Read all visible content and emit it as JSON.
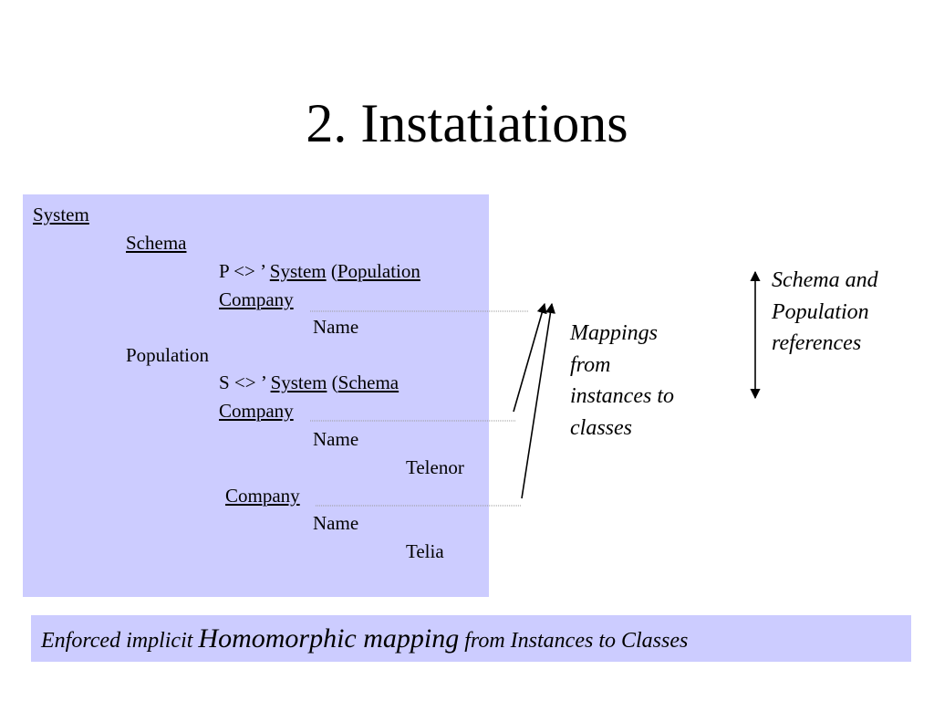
{
  "slide": {
    "title": "2. Instatiations"
  },
  "tree": {
    "system": "System",
    "schema": "Schema",
    "p_prefix": "P <> ’ ",
    "p_system": "System",
    "p_open_paren": " (",
    "p_population": "Population",
    "schema_company": "Company",
    "schema_name": "Name",
    "population": "Population",
    "s_prefix": "S <> ’ ",
    "s_system": "System",
    "s_open_paren": " (",
    "s_schema": "Schema",
    "company_1": "Company",
    "company_1_name": "Name",
    "company_1_value": "Telenor",
    "company_2": "Company",
    "company_2_name": "Name",
    "company_2_value": "Telia"
  },
  "annotations": {
    "mappings": [
      "Mappings",
      "from",
      "instances to",
      "classes"
    ],
    "references": [
      "Schema and",
      "Population",
      "references"
    ]
  },
  "footer": {
    "text_a": "Enforced implicit ",
    "text_b": "Homomorphic mapping",
    "text_c": " from Instances to Classes"
  }
}
